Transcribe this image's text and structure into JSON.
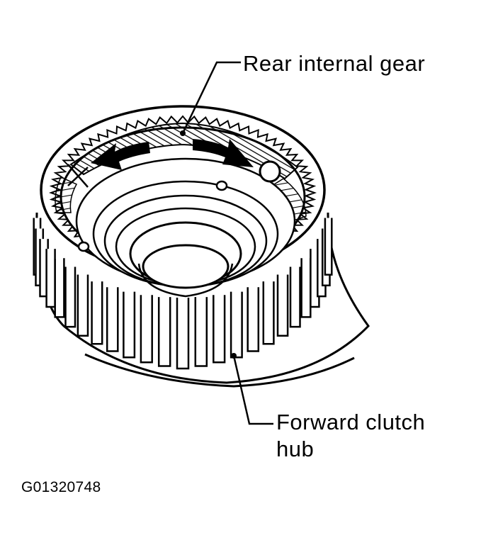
{
  "labels": {
    "rear_internal_gear": "Rear internal gear",
    "forward_clutch_hub_line1": "Forward clutch",
    "forward_clutch_hub_line2": "hub"
  },
  "figure_id": "G01320748",
  "colors": {
    "ink": "#000000",
    "paper": "#ffffff"
  },
  "icons": [
    "rotation-arrow-left-icon",
    "rotation-arrow-right-icon",
    "cross-mark-icon"
  ]
}
